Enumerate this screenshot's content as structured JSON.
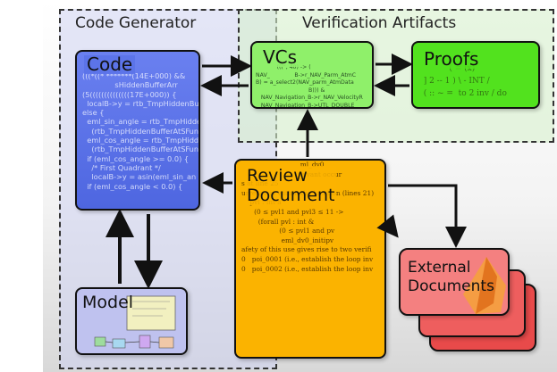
{
  "regions": {
    "code_generator_title": "Code Generator",
    "verification_title": "Verification Artifacts"
  },
  "boxes": {
    "code": {
      "label": "Code",
      "lines": [
        "(((*((* *******(14E+000) &&",
        "              sHiddenBufferArr",
        "(5((((((((((((((17E+000)) {",
        "  localB->y = rtb_TmpHiddenBu",
        "else {",
        "  eml_sin_angle = rtb_TmpHidde",
        "    (rtb_TmpHiddenBufferAtSFun",
        "  eml_cos_angle = rtb_TmpHidd",
        "    (rtb_TmpHiddenBufferAtSFun",
        "  if (eml_cos_angle >= 0.0) {",
        "    /* First Quadrant */",
        "    localB->y = asin(eml_sin_an",
        "",
        "",
        "  if (eml_cos_angle < 0.0) {"
      ]
    },
    "vcs": {
      "label": "VCs",
      "lines": [
        "            (((\", 40) -> (",
        "NAV_              B->r_NAV_Parm_AtmC",
        "B) = a_select2(NAV_parm_AtmData",
        "                              B))) &",
        "   NAV_Navigation_B->r_NAV_VelocityR",
        "   NAV_Navigation_B->UTL_DOUBLE"
      ]
    },
    "proofs": {
      "label": "Proofs",
      "lines": [
        "                  ((( ",
        "            ( = (x)   ",
        "  ] 2 -- 1 ) \\ - INT / ",
        "  ( :: ~ =  to 2 inv / do"
      ]
    },
    "review": {
      "label_line1": "Review",
      "label_line2": "Document",
      "lines": [
        "                            ml_dv0",
        "",
        "                            levant occur",
        "",
        "s at line 25",
        "",
        "urrence is within the location (lines 21)",
        "",
        "    pvl : int a",
        "      (0 ≤ pvl1 and pvl3 ≤ 11 ->",
        "        (forall pvl : int &",
        "                  (0 ≤ pvl1 and pv",
        "                   eml_dv0_initipv",
        "",
        "afety of this use gives rise to two verifi",
        "",
        "0   poi_0001 (i.e., establish the loop inv",
        "0   poi_0002 (i.e., establish the loop inv"
      ]
    },
    "model": {
      "label": "Model"
    },
    "external": {
      "label_line1": "External",
      "label_line2": "Documents"
    }
  },
  "colors": {
    "code": "#5a72e8",
    "vcs": "#8ff06a",
    "proofs": "#52e21e",
    "review": "#fbb300",
    "model": "#bfc2ef",
    "external": "#f26a6a"
  }
}
